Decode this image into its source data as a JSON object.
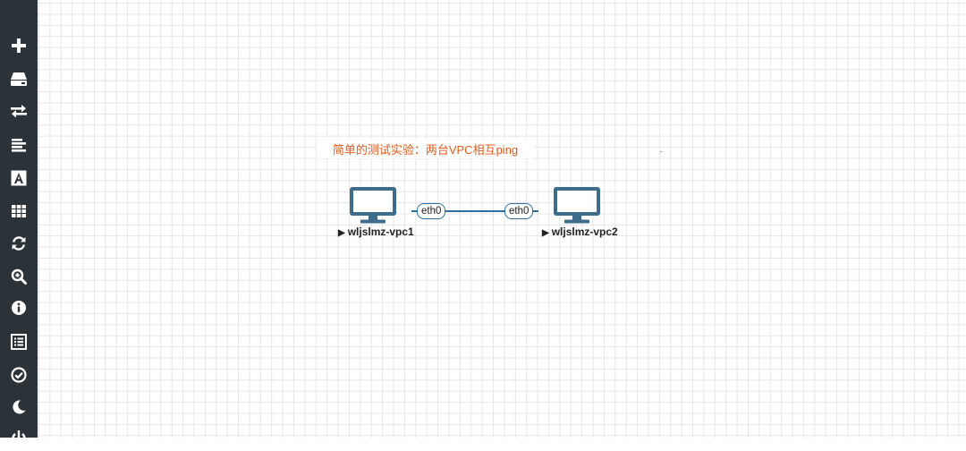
{
  "sidebar": {
    "items": [
      {
        "icon": "add-icon"
      },
      {
        "icon": "drive-icon"
      },
      {
        "icon": "exchange-icon"
      },
      {
        "icon": "align-left-icon"
      },
      {
        "icon": "text-icon"
      },
      {
        "icon": "grid-icon"
      },
      {
        "icon": "refresh-icon"
      },
      {
        "icon": "zoom-icon"
      },
      {
        "icon": "info-icon"
      },
      {
        "icon": "list-icon"
      },
      {
        "icon": "check-circle-icon"
      },
      {
        "icon": "moon-icon"
      },
      {
        "icon": "power-icon"
      }
    ]
  },
  "canvas": {
    "text_object": "简单的测试实验：两台VPC相互ping",
    "nodes": [
      {
        "name": "wljslmz-vpc1",
        "status_symbol": "▶",
        "interface": "eth0"
      },
      {
        "name": "wljslmz-vpc2",
        "status_symbol": "▶",
        "interface": "eth0"
      }
    ]
  },
  "colors": {
    "sidebar_bg": "#2b3338",
    "grid_line": "#e6e6e6",
    "text_object": "#e05a1c",
    "node_icon": "#3d6d8a",
    "link": "#2f6fa0"
  }
}
